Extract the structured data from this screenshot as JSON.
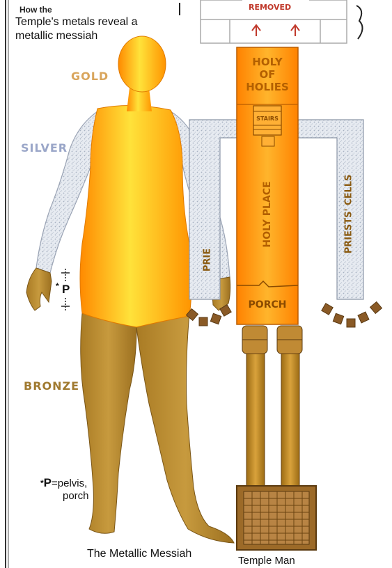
{
  "header": {
    "small_title": "How the",
    "title_line1": "Temple's metals reveal a",
    "title_line2": "metallic messiah"
  },
  "metals": {
    "gold": "GOLD",
    "silver": "SILVER",
    "bronze": "BRONZE"
  },
  "pelvis_marker": {
    "star": "*",
    "letter": "P"
  },
  "pelvis_note": {
    "star": "*",
    "letter": "P",
    "text_line1": "=pelvis,",
    "text_line2": "porch"
  },
  "temple": {
    "removed_label": "REMOVED",
    "holy_of_holies": [
      "HOLY",
      "OF",
      "HOLIES"
    ],
    "stairs": "STAIRS",
    "holy_place": "HOLY PLACE",
    "priests_cells_right": "PRIESTS' CELLS",
    "priests_cells_left": "PRIE",
    "porch": "PORCH"
  },
  "captions": {
    "messiah": "The Metallic Messiah",
    "temple_man": "Temple Man"
  },
  "colors": {
    "gold_label": "#d9a55c",
    "silver_label": "#9aa6c8",
    "bronze_label": "#a07a30",
    "temple_text": "#b35f00",
    "temple_orange": "#ff9a10",
    "bronze_body": "#b68a30"
  }
}
